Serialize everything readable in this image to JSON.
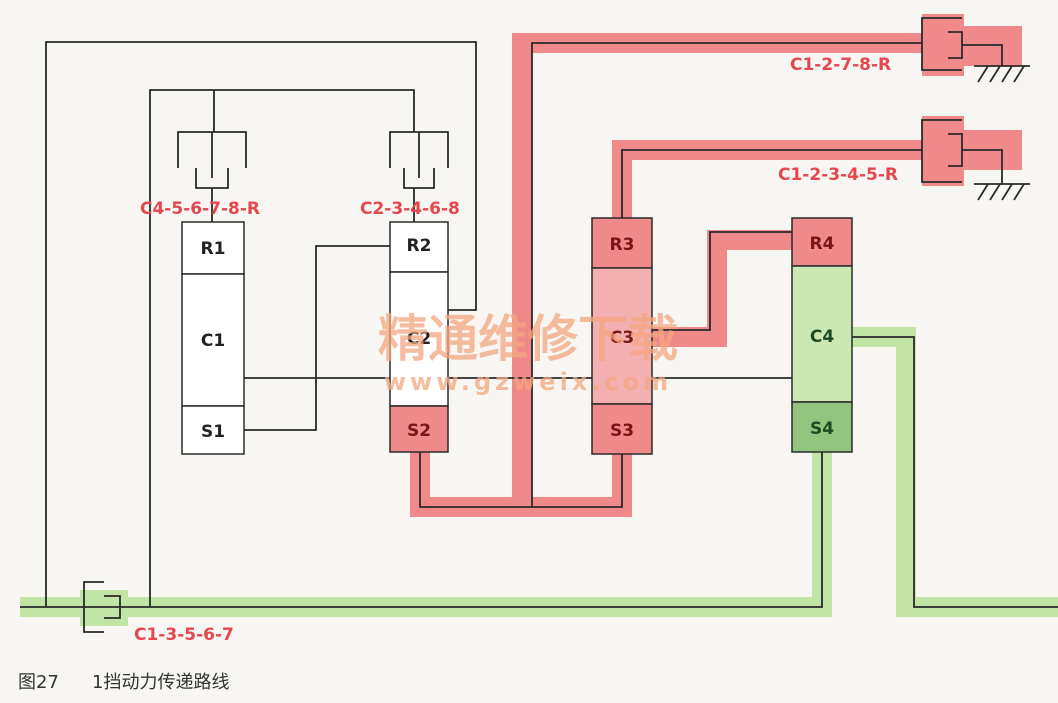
{
  "caption": {
    "figure": "图27",
    "text": "1挡动力传递路线"
  },
  "clutches": {
    "c1": "C4-5-6-7-8-R",
    "c2": "C2-3-4-6-8",
    "c3": "C1-2-7-8-R",
    "c4": "C1-2-3-4-5-R",
    "c5": "C1-3-5-6-7"
  },
  "gearsets": [
    {
      "ring": "R1",
      "carrier": "C1",
      "sun": "S1"
    },
    {
      "ring": "R2",
      "carrier": "C2",
      "sun": "S2"
    },
    {
      "ring": "R3",
      "carrier": "C3",
      "sun": "S3"
    },
    {
      "ring": "R4",
      "carrier": "C4",
      "sun": "S4"
    }
  ],
  "watermark": {
    "title": "精通维修下载",
    "url": "www.gzweix.com"
  },
  "colors": {
    "line": "#2a2a2a",
    "red_path": "#f08080",
    "red_box": "#ef8a8a",
    "red_box_light": "#f3b0b0",
    "green_path": "#b8df96",
    "green_box": "#cce8b2",
    "green_box_dark": "#93c47d",
    "red_text": "#e5474d"
  }
}
